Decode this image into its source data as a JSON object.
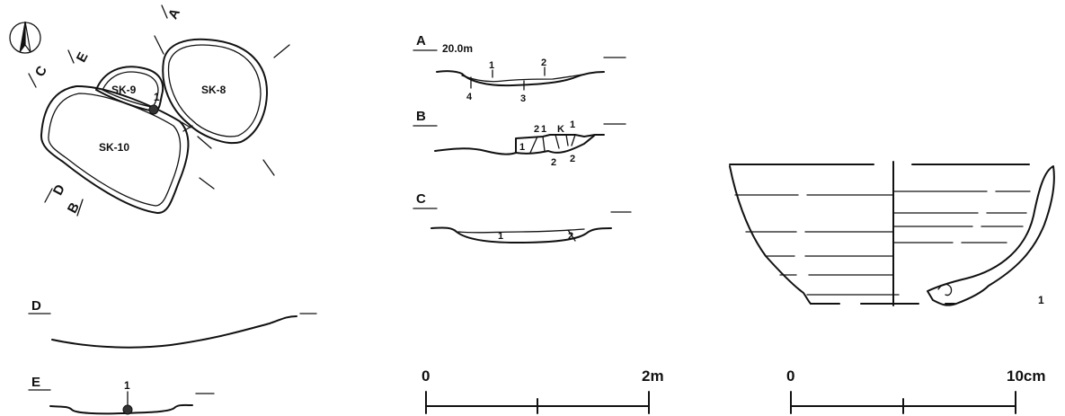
{
  "plan": {
    "north_icon": "north-arrow-icon",
    "section_letters": {
      "a": "A",
      "b": "B",
      "c": "C",
      "d": "D",
      "e": "E"
    },
    "pits": {
      "sk8": "SK-8",
      "sk9": "SK-9",
      "sk10": "SK-10"
    },
    "find_number": "1"
  },
  "sections": {
    "a": {
      "label": "A",
      "elevation": "20.0m",
      "layers": [
        "1",
        "2",
        "3",
        "4"
      ]
    },
    "b": {
      "label": "B",
      "layers": [
        "2",
        "1",
        "K",
        "1",
        "1",
        "2",
        "2"
      ]
    },
    "c": {
      "label": "C",
      "layers": [
        "1",
        "2"
      ]
    },
    "d": {
      "label": "D"
    },
    "e": {
      "label": "E",
      "find_number": "1"
    }
  },
  "scale_bars": {
    "site": {
      "start": "0",
      "end": "2m"
    },
    "pottery": {
      "start": "0",
      "end": "10cm"
    }
  },
  "pottery": {
    "number": "1"
  }
}
